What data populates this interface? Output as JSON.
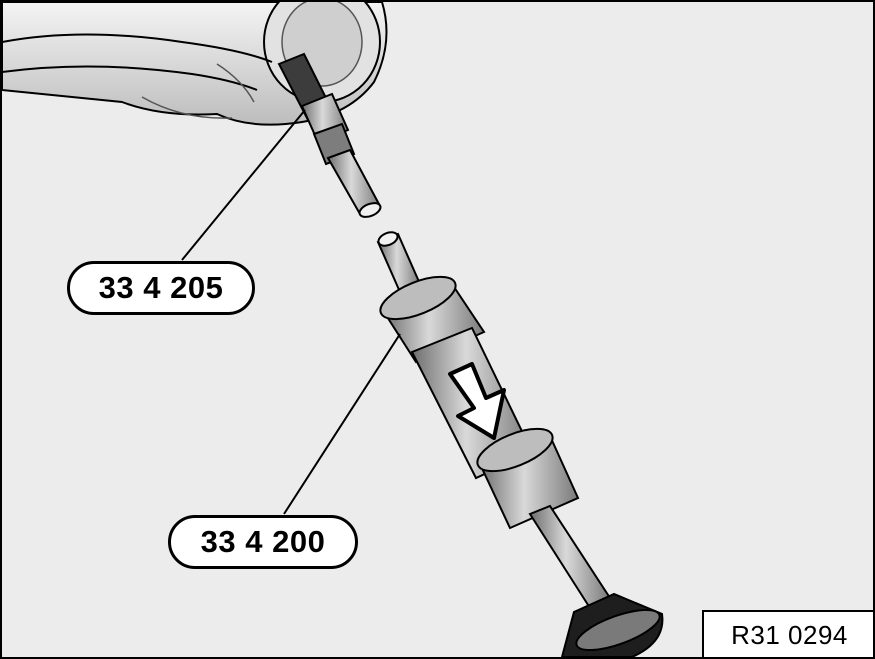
{
  "figure": {
    "callouts": [
      {
        "label": "33 4 205"
      },
      {
        "label": "33 4 200"
      }
    ],
    "figure_code": "R31 0294",
    "colors": {
      "background": "#ececec",
      "line": "#000000",
      "part_fill": "#d4d4d4",
      "part_shadow": "#8a8a8a",
      "label_fill": "#ffffff"
    },
    "icons": [
      "pull-direction-arrow-icon"
    ]
  }
}
